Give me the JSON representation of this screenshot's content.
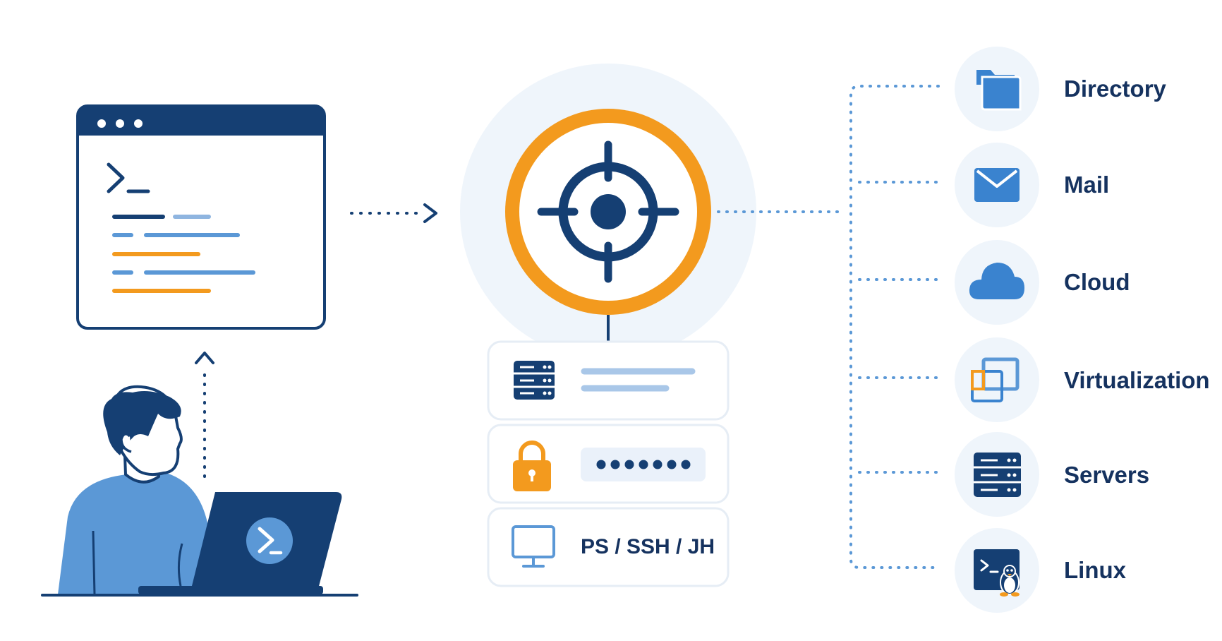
{
  "colors": {
    "navy": "#153f73",
    "blue": "#3a83cf",
    "light_blue": "#8fb5e0",
    "orange": "#f39a1e",
    "halo": "#eff5fb",
    "card_border": "#e6edf5",
    "dots": "#5b98d6"
  },
  "terminal_window": {
    "icon": "terminal-prompt-icon",
    "dots_icon": "window-dots-icon"
  },
  "user": {
    "icon": "person-at-laptop",
    "laptop_icon": "powershell-logo-icon"
  },
  "hub": {
    "icon": "crosshair-target-icon"
  },
  "credential_stack": {
    "server_card": {
      "icon": "server-rack-icon"
    },
    "password_card": {
      "icon": "padlock-icon",
      "masked_chars": 7
    },
    "protocol_card": {
      "icon": "monitor-icon",
      "label": "PS / SSH / JH"
    }
  },
  "services": [
    {
      "label": "Directory",
      "icon": "folder-icon"
    },
    {
      "label": "Mail",
      "icon": "envelope-icon"
    },
    {
      "label": "Cloud",
      "icon": "cloud-icon"
    },
    {
      "label": "Virtualization",
      "icon": "overlapping-windows-icon"
    },
    {
      "label": "Servers",
      "icon": "server-rack-icon"
    },
    {
      "label": "Linux",
      "icon": "linux-terminal-icon"
    }
  ]
}
